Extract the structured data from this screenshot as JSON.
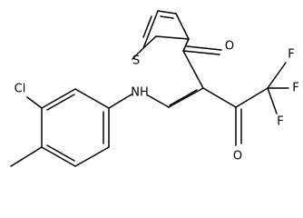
{
  "molecule": {
    "atoms": {
      "sulfur": "S",
      "oxygen_ketone_upper": "O",
      "oxygen_ketone_lower": "O",
      "fluorine_1": "F",
      "fluorine_2": "F",
      "fluorine_3": "F",
      "chlorine": "Cl",
      "amine": "NH"
    }
  }
}
